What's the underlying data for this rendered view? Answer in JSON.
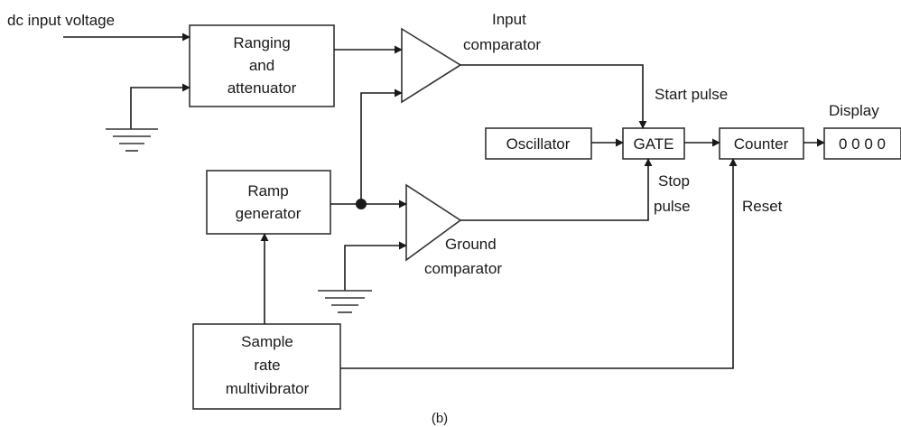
{
  "labels": {
    "dc_input": "dc input voltage",
    "ranging_line1": "Ranging",
    "ranging_line2": "and",
    "ranging_line3": "attenuator",
    "input_comp_line1": "Input",
    "input_comp_line2": "comparator",
    "start_pulse": "Start pulse",
    "display": "Display",
    "oscillator": "Oscillator",
    "gate": "GATE",
    "counter": "Counter",
    "display_value": "0 0 0 0",
    "ramp_line1": "Ramp",
    "ramp_line2": "generator",
    "stop_line1": "Stop",
    "stop_line2": "pulse",
    "reset": "Reset",
    "ground_comp_line1": "Ground",
    "ground_comp_line2": "comparator",
    "sample_line1": "Sample",
    "sample_line2": "rate",
    "sample_line3": "multivibrator",
    "caption": "(b)"
  },
  "colors": {
    "line": "#1a1a1a",
    "box_stroke": "#333333",
    "background": "#ffffff"
  }
}
